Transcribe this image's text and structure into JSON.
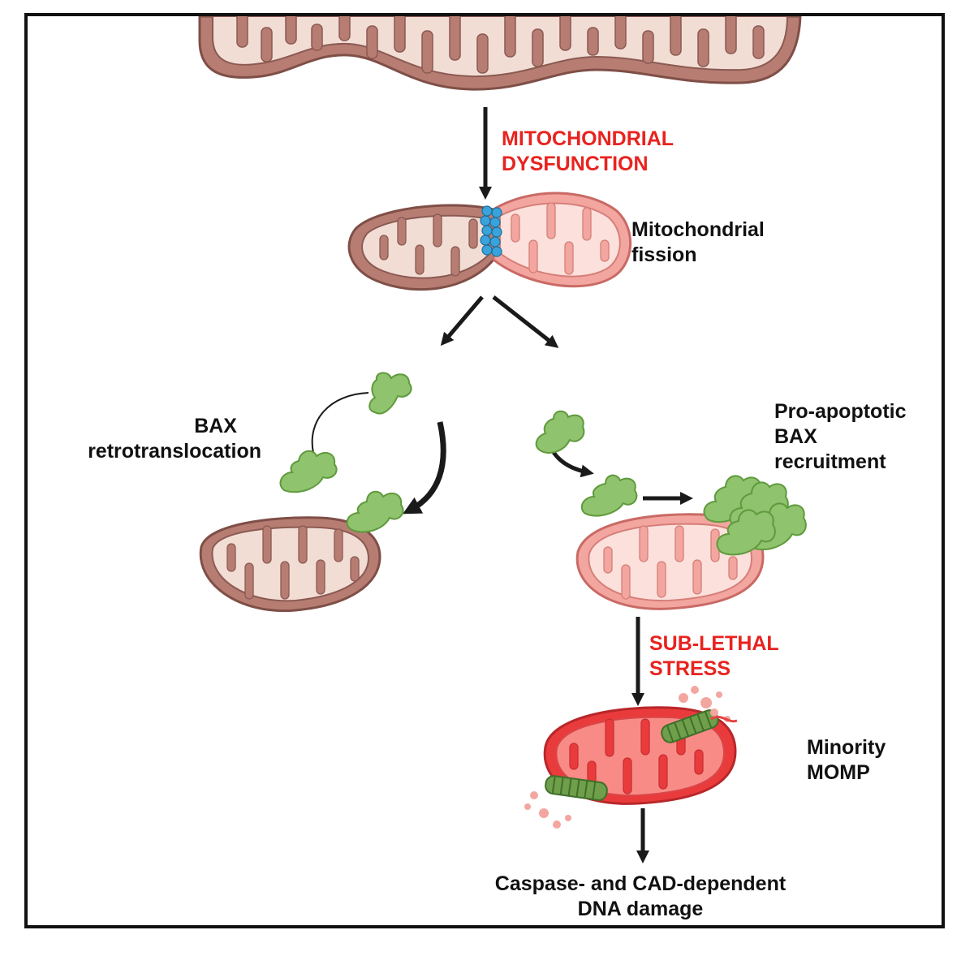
{
  "labels": {
    "mito_dysfunction": [
      "MITOCHONDRIAL",
      "DYSFUNCTION"
    ],
    "fission": [
      "Mitochondrial",
      "fission"
    ],
    "retrotranslocation": [
      "BAX",
      "retrotranslocation"
    ],
    "recruitment": [
      "Pro-apoptotic",
      "BAX",
      "recruitment"
    ],
    "sublethal": [
      "SUB-LETHAL",
      "STRESS"
    ],
    "minority_momp": [
      "Minority",
      "MOMP"
    ],
    "dna_damage": [
      "Caspase- and CAD-dependent",
      "DNA damage"
    ]
  },
  "colors": {
    "stress_text": "#e8231f",
    "mito_brown_outer": "#b77d73",
    "mito_brown_inner": "#f2ddd5",
    "mito_pink_outer": "#f3a6a0",
    "mito_pink_inner": "#fbe0dc",
    "mito_red_outer": "#ea3b3c",
    "mito_red_inner": "#f98b86",
    "bax_green": "#8fc36d",
    "drp1_blue": "#3aa3dc"
  }
}
